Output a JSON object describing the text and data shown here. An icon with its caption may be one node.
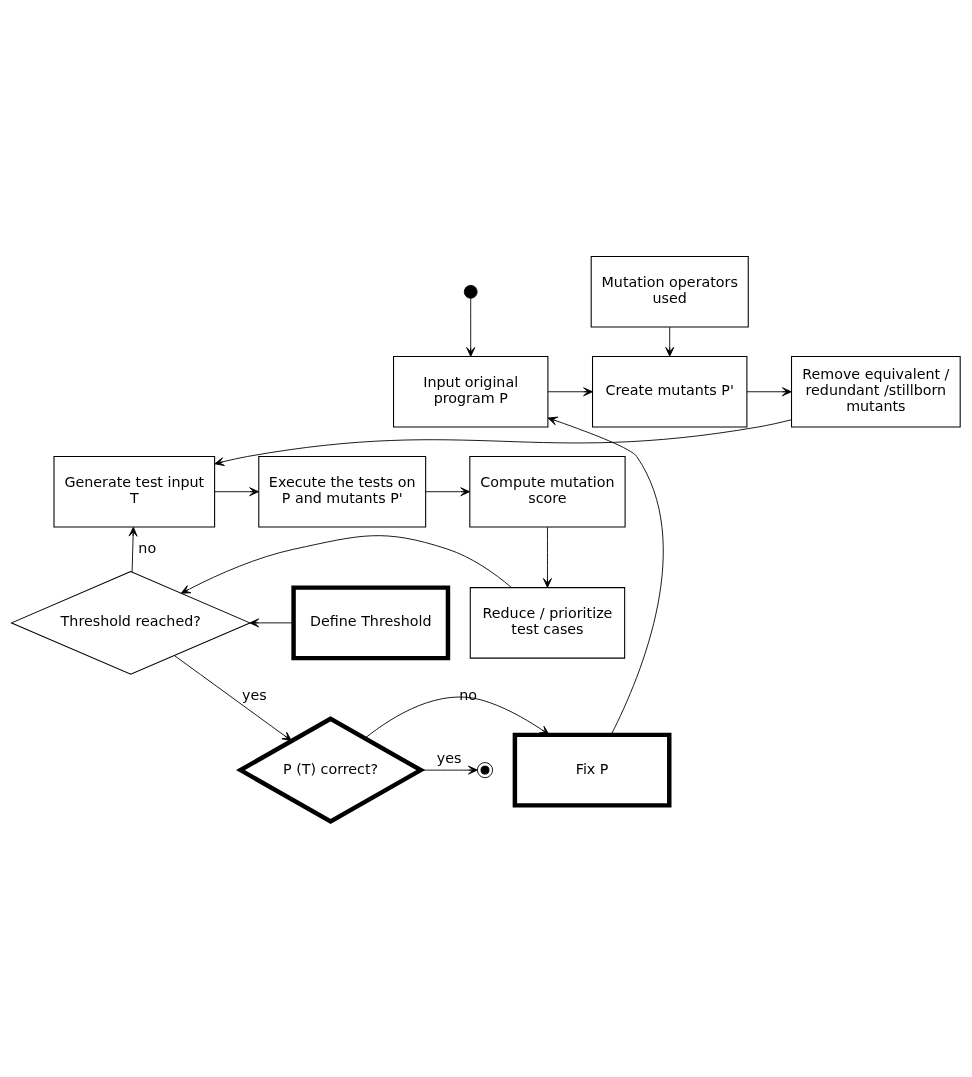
{
  "diagram": {
    "nodes": [
      {
        "text": [],
        "shape": "circle"
      },
      {
        "text": [
          "Mutation operators used"
        ]
      },
      {
        "text": [
          "Input original program P"
        ]
      },
      {
        "text": [
          "Create mutants P'"
        ]
      },
      {
        "text": [
          "Remove equivalent / redundant /stillborn mutants"
        ]
      },
      {
        "text": [
          "Compute mutation score"
        ]
      },
      {
        "text": [
          "Execute the tests on P and mutants P'"
        ]
      },
      {
        "text": [
          "Generate test input T"
        ]
      },
      {
        "text": [
          "Reduce / prioritize test cases"
        ]
      },
      {
        "text": [
          "Threshold reached?"
        ]
      },
      {
        "text": [
          "Define Threshold"
        ]
      },
      {
        "text": [
          "Fix P"
        ]
      },
      {
        "text": [
          "P (T) correct?"
        ]
      },
      {
        "text": [],
        "shape": "circle"
      }
    ],
    "edges": [
      {
        "from": 0,
        "to": 2,
        "arrow": "to"
      },
      {
        "from": 1,
        "to": 3,
        "arrow": "to"
      },
      {
        "from": 2,
        "to": 3,
        "arrow": "to"
      },
      {
        "from": 3,
        "to": 4,
        "arrow": "to"
      },
      {
        "from": 4,
        "to": 7,
        "arrow": "to"
      },
      {
        "from": 7,
        "to": 6,
        "arrow": "to"
      },
      {
        "from": 6,
        "to": 5,
        "arrow": "to"
      },
      {
        "from": 5,
        "to": 8,
        "arrow": "to"
      },
      {
        "from": 8,
        "to": 9,
        "arrow": "to"
      },
      {
        "from": 10,
        "to": 9,
        "arrow": "to"
      },
      {
        "from": 9,
        "to": 7,
        "arrow": "to",
        "label": "no"
      },
      {
        "from": 9,
        "to": 12,
        "arrow": "to",
        "label": "yes"
      },
      {
        "from": 12,
        "to": 11,
        "arrow": "to",
        "label": "no"
      },
      {
        "from": 12,
        "to": 13,
        "arrow": "to",
        "label": "yes"
      },
      {
        "from": 11,
        "to": 2,
        "arrow": "to"
      }
    ]
  }
}
